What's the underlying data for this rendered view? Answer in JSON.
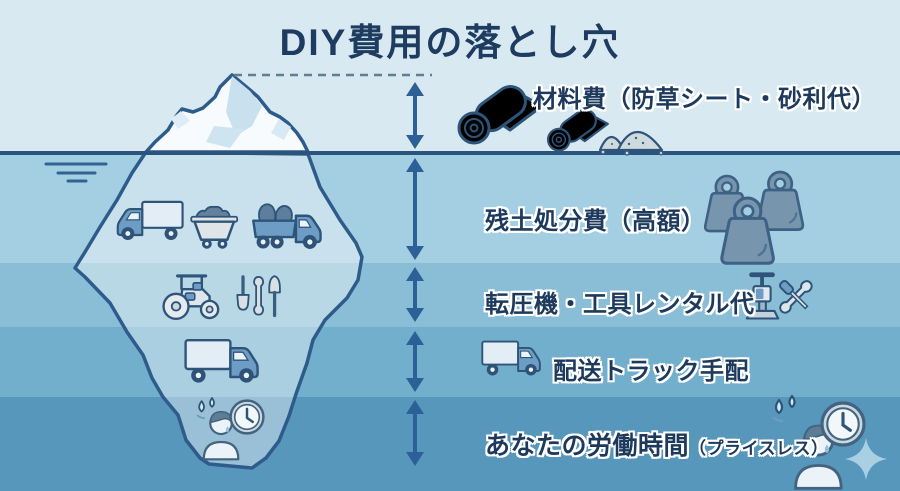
{
  "title": "DIY費用の落とし穴",
  "layers": [
    {
      "label": "材料費（防草シート・砂利代）",
      "zone": "above-water",
      "icons": [
        "fabric-roll",
        "fabric-roll-small",
        "gravel-piles"
      ]
    },
    {
      "label": "残土処分費（高額）",
      "zone": "underwater-1",
      "icons": [
        "weights"
      ]
    },
    {
      "label": "転圧機・工具レンタル代",
      "zone": "underwater-2",
      "icons": [
        "plate-compactor",
        "crossed-tools"
      ]
    },
    {
      "label": "配送トラック手配",
      "zone": "underwater-3",
      "icons": [
        "delivery-truck"
      ]
    },
    {
      "label": "あなたの労働時間",
      "sub": "（プライスレス）",
      "zone": "underwater-4",
      "icons": [
        "sweating-person",
        "clock",
        "sparkle"
      ]
    }
  ],
  "iceberg": {
    "underwater_icons": [
      "box-truck",
      "mine-cart",
      "dump-truck",
      "road-roller",
      "hand-tools",
      "delivery-truck",
      "sweating-person",
      "clock"
    ]
  },
  "colors": {
    "title_text": "#1e3c60",
    "label_text": "#1d3a5c",
    "sky": "#d8e9f2",
    "water_bands": [
      "#a4cee1",
      "#8abed6",
      "#72afcc",
      "#5897bc"
    ],
    "waterline": "#2a537e",
    "arrow": "#2d6096",
    "iceberg_outline": "#2e5c8a"
  }
}
